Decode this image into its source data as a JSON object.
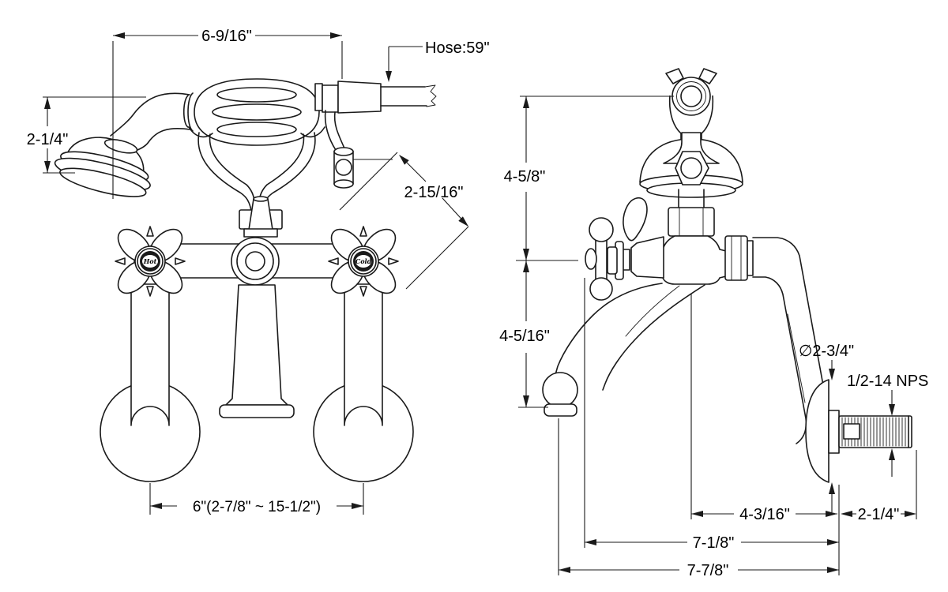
{
  "front_view": {
    "dim_handshower_spread": "6-9/16\"",
    "hose_label": "Hose:59\"",
    "dim_shower_head": "2-1/4\"",
    "dim_diagonal_offset": "2-15/16\"",
    "dim_faucet_centers": "6\"(2-7/8\" ~ 15-1/2\")",
    "hot_label": "Hot",
    "cold_label": "Cold"
  },
  "side_view": {
    "dim_bracket_height": "4-5/8\"",
    "dim_spout_drop": "4-5/16\"",
    "dim_flange_diameter": "∅2-3/4\"",
    "dim_thread_spec": "1/2-14 NPS",
    "dim_flange_to_spout": "4-3/16\"",
    "dim_nipple_length": "2-1/4\"",
    "dim_depth_handle": "7-1/8\"",
    "dim_depth_overall": "7-7/8\""
  },
  "colors": {
    "line": "#1a1a1a",
    "background": "#ffffff"
  }
}
